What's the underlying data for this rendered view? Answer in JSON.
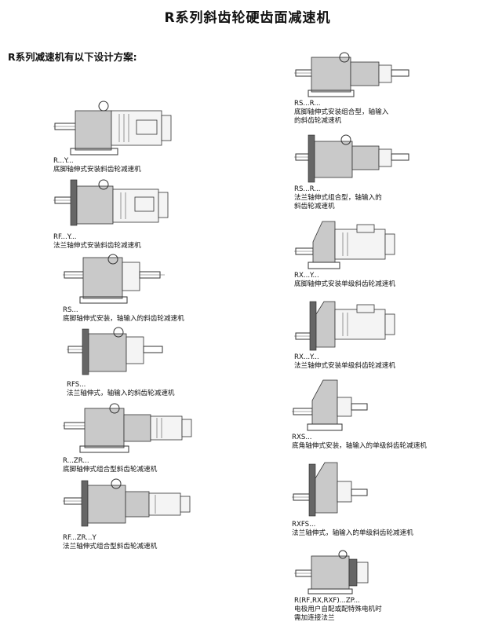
{
  "page": {
    "title": "R系列斜齿轮硬齿面减速机",
    "subtitle": "R系列减速机有以下设计方案:"
  },
  "left_items": [
    {
      "code": "R...Y...",
      "desc": "底脚轴伸式安装斜齿轮减速机",
      "kind": "foot-motor"
    },
    {
      "code": "RF...Y...",
      "desc": "法兰轴伸式安装斜齿轮减速机",
      "kind": "flange-motor"
    },
    {
      "code": "RS...",
      "desc": "底脚轴伸式安装，轴输入的斜齿轮减速机",
      "kind": "foot-shaft"
    },
    {
      "code": "RFS...",
      "desc": "法兰轴伸式，轴输入的斜齿轮减速机",
      "kind": "flange-shaft"
    },
    {
      "code": "R...ZR...",
      "desc": "底脚轴伸式组合型斜齿轮减速机",
      "kind": "foot-combo"
    },
    {
      "code": "RF...ZR...Y",
      "desc": "法兰轴伸式组合型斜齿轮减速机",
      "kind": "flange-combo"
    }
  ],
  "right_items": [
    {
      "code": "RS...R...",
      "desc": [
        "底脚轴伸式安装组合型，轴输入",
        "的斜齿轮减速机"
      ],
      "kind": "foot-combo-shaft"
    },
    {
      "code": "RS...R...",
      "desc": [
        "法兰轴伸式组合型，轴输入的",
        "斜齿轮减速机"
      ],
      "kind": "flange-combo-shaft"
    },
    {
      "code": "RX...Y...",
      "desc": [
        "底脚轴伸式安装单级斜齿轮减速机"
      ],
      "kind": "single-foot-motor"
    },
    {
      "code": "RX...Y...",
      "desc": [
        "法兰轴伸式安装单级斜齿轮减速机"
      ],
      "kind": "single-flange-motor"
    },
    {
      "code": "RXS...",
      "desc": [
        "底角轴伸式安装，轴输入的单级斜齿轮减速机"
      ],
      "kind": "single-foot-shaft"
    },
    {
      "code": "RXFS...",
      "desc": [
        "法兰轴伸式，轴输入的单级斜齿轮减速机"
      ],
      "kind": "single-flange-shaft"
    },
    {
      "code": "R(RF,RX,RXF)...ZP...",
      "desc": [
        "电极用户自配或配特殊电机时",
        "需加连接法兰"
      ],
      "kind": "adapter"
    }
  ]
}
